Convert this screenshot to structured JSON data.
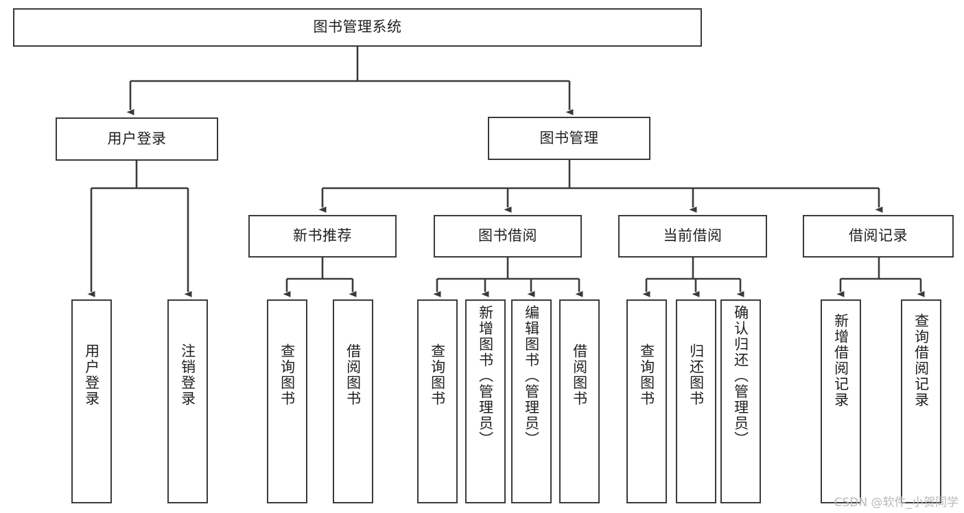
{
  "diagram": {
    "type": "tree-hierarchy",
    "title": "图书管理系统",
    "colors": {
      "stroke": "#3a3a3a",
      "fill": "#ffffff",
      "text": "#1f1f1f",
      "watermark": "#b9b9b9"
    },
    "levels": {
      "root": {
        "label": "图书管理系统",
        "orientation": "horizontal"
      },
      "level2": [
        {
          "id": "user-login",
          "label": "用户登录",
          "orientation": "horizontal"
        },
        {
          "id": "book-manage",
          "label": "图书管理",
          "orientation": "horizontal"
        }
      ],
      "level3": [
        {
          "id": "new-book-rec",
          "label": "新书推荐",
          "orientation": "horizontal",
          "parent": "book-manage"
        },
        {
          "id": "book-borrow",
          "label": "图书借阅",
          "orientation": "horizontal",
          "parent": "book-manage"
        },
        {
          "id": "current-borrow",
          "label": "当前借阅",
          "orientation": "horizontal",
          "parent": "book-manage"
        },
        {
          "id": "borrow-record",
          "label": "借阅记录",
          "orientation": "horizontal",
          "parent": "book-manage"
        }
      ],
      "leaves": [
        {
          "id": "leaf-user-login",
          "label": "用户登录",
          "parent": "user-login"
        },
        {
          "id": "leaf-logout",
          "label": "注销登录",
          "parent": "user-login"
        },
        {
          "id": "leaf-query-book-rec",
          "label": "查询图书",
          "parent": "new-book-rec"
        },
        {
          "id": "leaf-borrow-book-rec",
          "label": "借阅图书",
          "parent": "new-book-rec"
        },
        {
          "id": "leaf-query-book-b",
          "label": "查询图书",
          "parent": "book-borrow"
        },
        {
          "id": "leaf-add-book",
          "label": "新增图书（管理员）",
          "parent": "book-borrow"
        },
        {
          "id": "leaf-edit-book",
          "label": "编辑图书（管理员）",
          "parent": "book-borrow"
        },
        {
          "id": "leaf-borrow-book-b",
          "label": "借阅图书",
          "parent": "book-borrow"
        },
        {
          "id": "leaf-query-book-c",
          "label": "查询图书",
          "parent": "current-borrow"
        },
        {
          "id": "leaf-return-book",
          "label": "归还图书",
          "parent": "current-borrow"
        },
        {
          "id": "leaf-confirm-return",
          "label": "确认归还（管理员）",
          "parent": "current-borrow"
        },
        {
          "id": "leaf-add-record",
          "label": "新增借阅记录",
          "parent": "borrow-record"
        },
        {
          "id": "leaf-query-record",
          "label": "查询借阅记录",
          "parent": "borrow-record"
        }
      ]
    }
  },
  "watermark": {
    "text": "CSDN @软件_小贺同学"
  }
}
